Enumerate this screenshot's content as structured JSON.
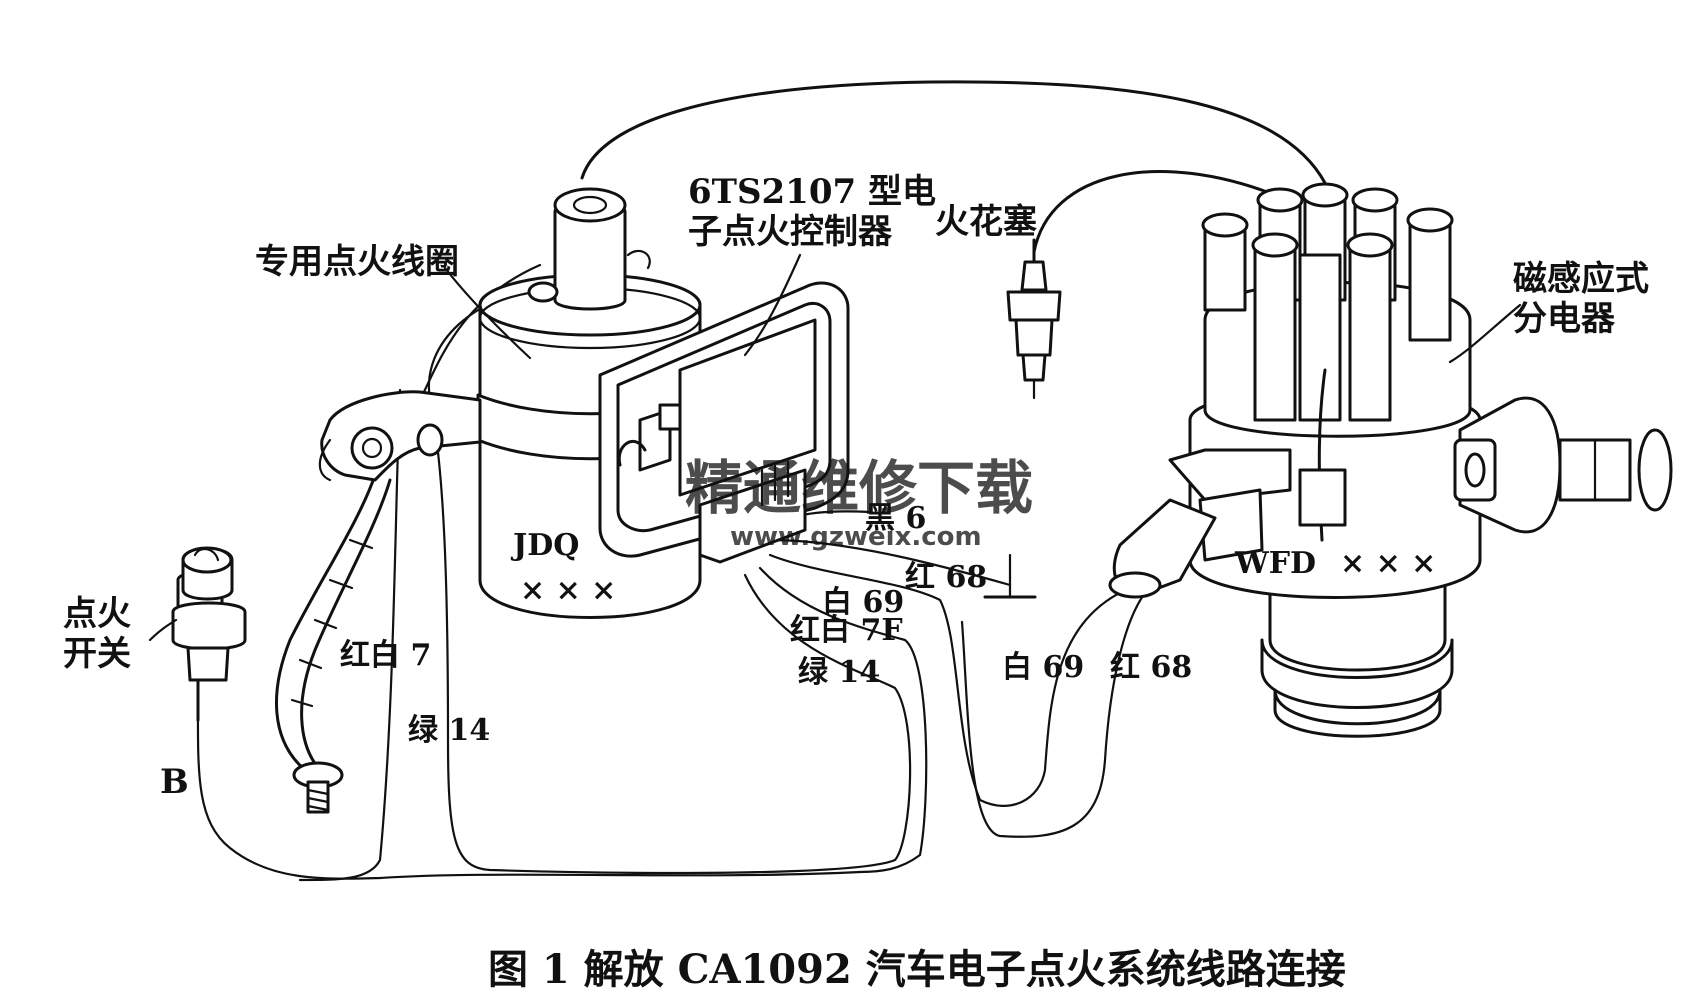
{
  "labels": {
    "coil": "专用点火线圈",
    "controller_line1": "6TS2107 型电",
    "controller_line2": "子点火控制器",
    "spark_plug": "火花塞",
    "distributor_line1": "磁感应式",
    "distributor_line2": "分电器",
    "switch_line1": "点火",
    "switch_line2": "开关",
    "switch_terminal": "B",
    "coil_mark": "JDQ",
    "coil_code": "× × ×",
    "distributor_mark": "WFD",
    "distributor_code": "× × ×"
  },
  "wires": {
    "black6": "黑 6",
    "red68_top": "红 68",
    "white69_top": "白 69",
    "redwhite7f": "红白 7F",
    "green14_right": "绿 14",
    "redwhite7": "红白 7",
    "green14_left": "绿 14",
    "white69_bottom": "白 69",
    "red68_bottom": "红 68"
  },
  "watermark": {
    "line1": "精通维修下载",
    "line2": "www.gzweix.com",
    "color": "#e8a57a"
  },
  "caption": "图 1 解放 CA1092 汽车电子点火系统线路连接"
}
